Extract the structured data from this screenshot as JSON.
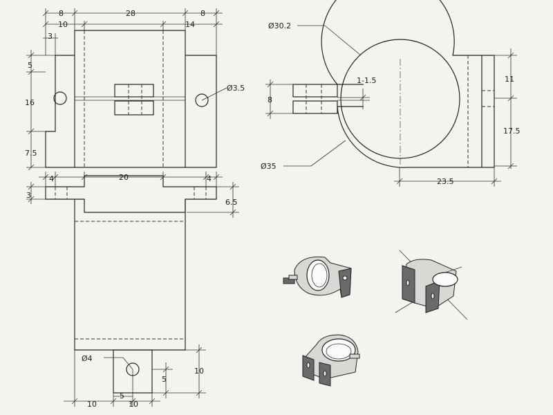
{
  "drawing": {
    "top_view": {
      "dims": {
        "top_left_8": "8",
        "top_28": "28",
        "top_right_8": "8",
        "second_10": "10",
        "second_14": "14",
        "small_3": "3",
        "left_5": "5",
        "left_16": "16",
        "left_7_5": "7.5",
        "hole_d3_5": "Ø3.5"
      }
    },
    "front_view": {
      "dims": {
        "d30_2": "Ø30.2",
        "d35": "Ø35",
        "slot_1_1_5": "1-1.5",
        "left_8": "8",
        "right_11": "11",
        "right_17_5": "17.5",
        "bottom_23_5": "23.5"
      }
    },
    "bottom_view": {
      "dims": {
        "flange_4_left": "4",
        "flange_20": "20",
        "flange_4_right": "4",
        "left_3": "3",
        "right_6_5": "6.5",
        "hole_d4": "Ø4",
        "tab_5_vertical": "5",
        "tab_10_vertical": "10",
        "bottom_10_left": "10",
        "bottom_5": "5",
        "bottom_10_right": "10"
      }
    }
  }
}
